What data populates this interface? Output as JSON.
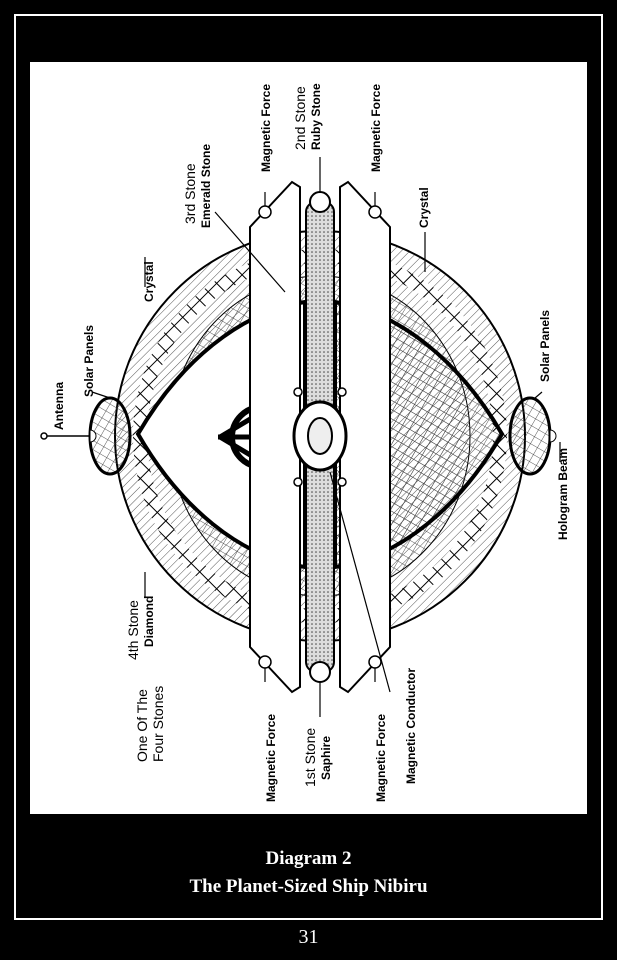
{
  "labels": {
    "antenna": "Antenna",
    "solar_panels_top": "Solar Panels",
    "crystal_top": "Crystal",
    "fourth_stone": "4th Stone",
    "diamond": "Diamond",
    "one_of_the": "One Of The",
    "four_stones": "Four Stones",
    "magnetic_force_bl": "Magnetic Force",
    "first_stone": "1st Stone",
    "saphire": "Saphire",
    "magnetic_force_bm": "Magnetic Force",
    "magnetic_conductor": "Magnetic Conductor",
    "third_stone": "3rd Stone",
    "emerald_stone": "Emerald Stone",
    "magnetic_force_tl": "Magnetic Force",
    "second_stone": "2nd Stone",
    "ruby_stone": "Ruby Stone",
    "magnetic_force_tr": "Magnetic Force",
    "crystal_right": "Crystal",
    "solar_panels_bottom": "Solar Panels",
    "hologram_beam": "Hologram Beam"
  },
  "caption": {
    "line1": "Diagram 2",
    "line2": "The Planet-Sized Ship Nibiru"
  },
  "page_number": "31"
}
